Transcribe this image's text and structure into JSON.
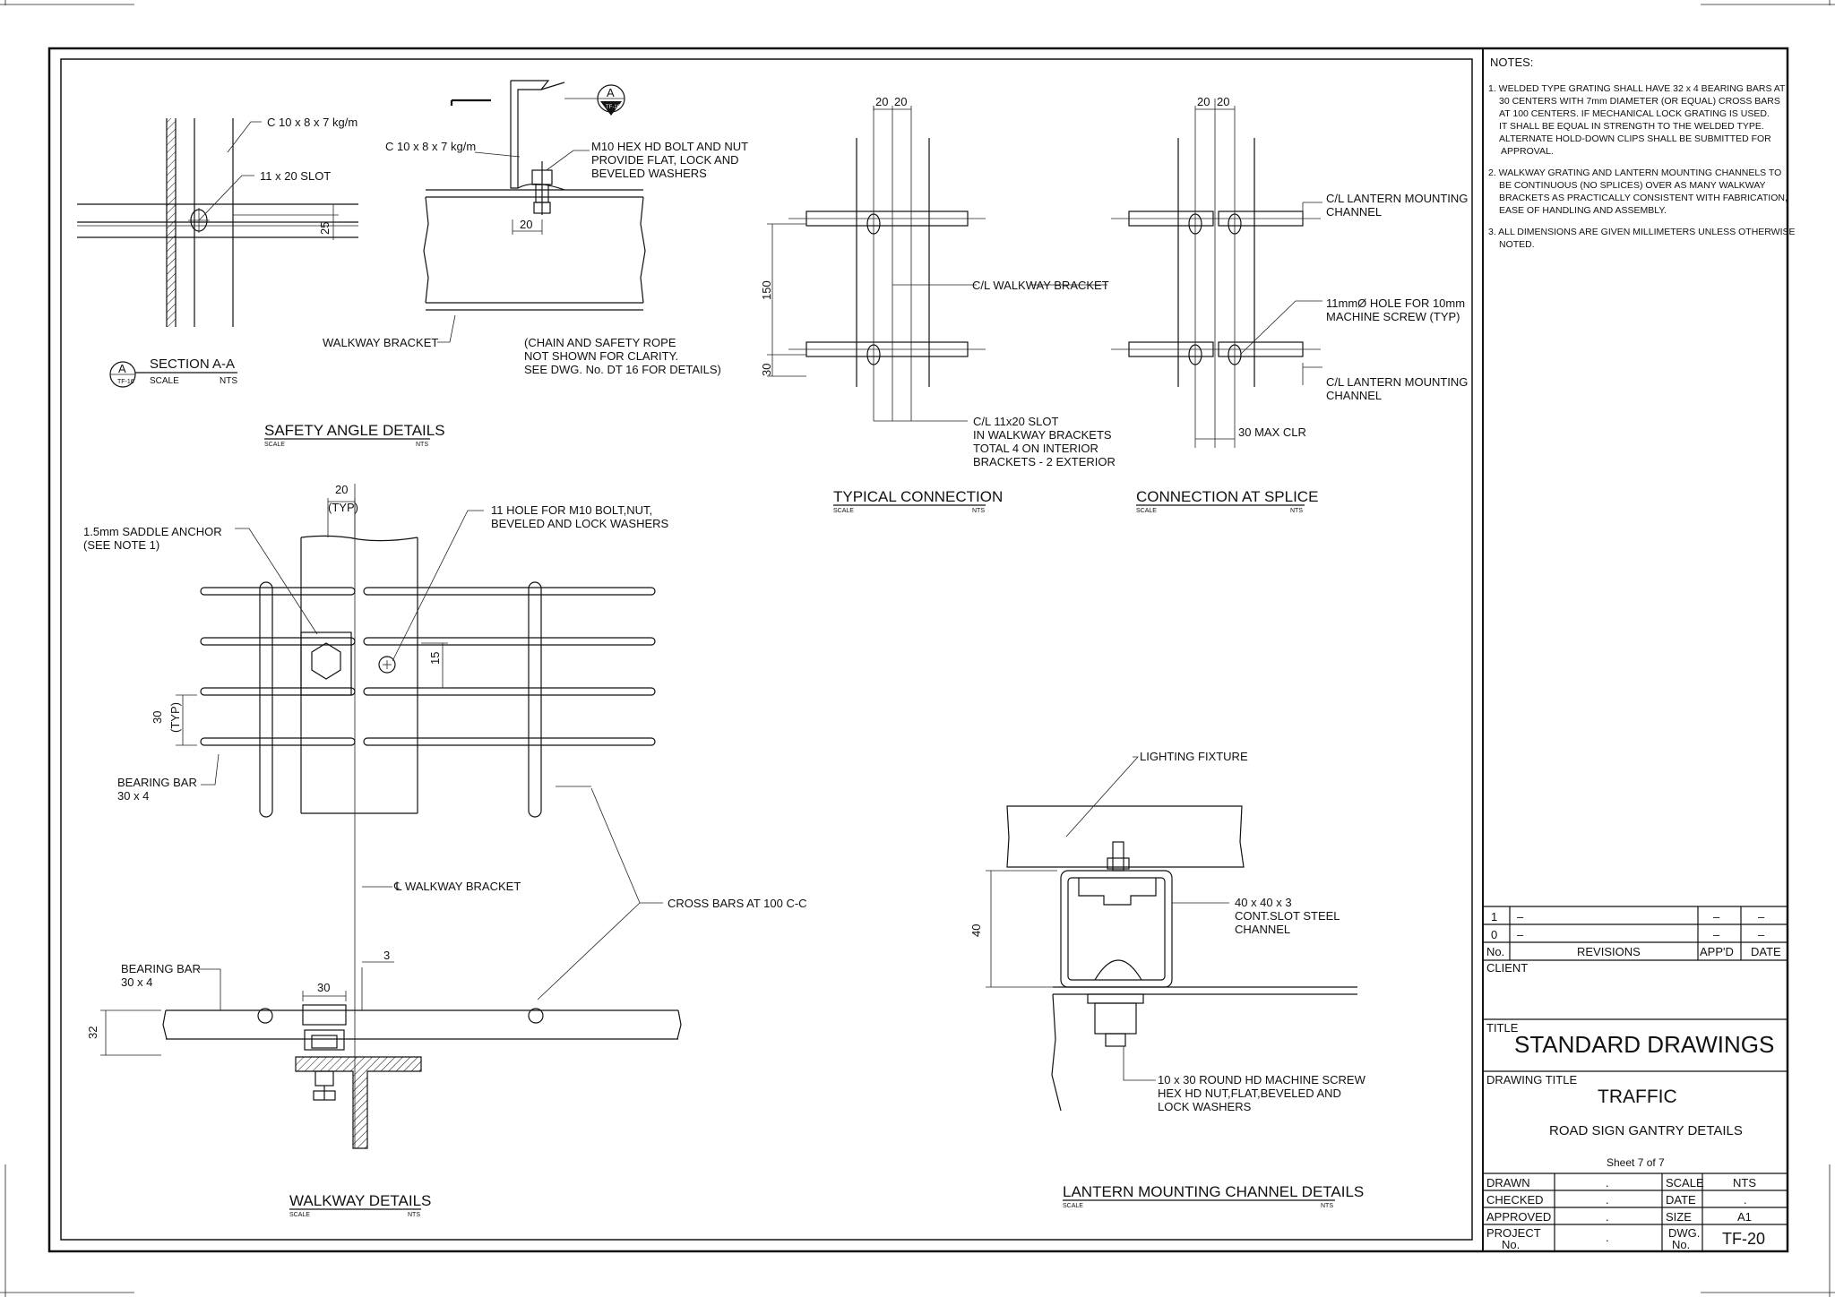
{
  "notes": {
    "heading": "NOTES:",
    "items": [
      "1. WELDED TYPE GRATING SHALL HAVE 32 x 4 BEARING BARS AT",
      "30 CENTERS WITH 7mm DIAMETER (OR EQUAL) CROSS BARS",
      "AT 100 CENTERS. IF MECHANICAL LOCK GRATING IS USED.",
      "IT SHALL BE EQUAL IN STRENGTH TO THE WELDED TYPE.",
      "ALTERNATE HOLD-DOWN CLIPS SHALL BE SUBMITTED FOR",
      "APPROVAL.",
      "2. WALKWAY GRATING AND LANTERN MOUNTING CHANNELS TO",
      "BE CONTINUOUS (NO SPLICES) OVER AS MANY WALKWAY",
      "BRACKETS AS PRACTICALLY CONSISTENT WITH FABRICATION,",
      "EASE OF HANDLING AND ASSEMBLY.",
      "3. ALL DIMENSIONS ARE GIVEN MILLIMETERS UNLESS OTHERWISE",
      "NOTED."
    ]
  },
  "safety_angle": {
    "c_label_1": "C 10 x 8 x 7 kg/m",
    "slot": "11 x 20 SLOT",
    "dim_25": "25",
    "section_letter": "A",
    "section_ref": "TF-16",
    "section_title": "SECTION A-A",
    "scale": "SCALE",
    "nts": "NTS",
    "c_label_2": "C 10 x 8 x 7 kg/m",
    "bolt_1": "M10 HEX HD BOLT AND NUT",
    "bolt_2": "PROVIDE FLAT, LOCK AND",
    "bolt_3": "BEVELED WASHERS",
    "dim_20": "20",
    "walkway_bracket": "WALKWAY BRACKET",
    "chain_1": "(CHAIN AND SAFETY ROPE",
    "chain_2": "NOT SHOWN FOR CLARITY.",
    "chain_3": "SEE DWG. No. DT 16 FOR DETAILS)",
    "title": "SAFETY ANGLE DETAILS"
  },
  "typical": {
    "dim_20a": "20",
    "dim_20b": "20",
    "dim_150": "150",
    "dim_30": "30",
    "cl_bracket": "C/L WALKWAY BRACKET",
    "slot_1": "C/L 11x20 SLOT",
    "slot_2": "IN WALKWAY BRACKETS",
    "slot_3": "TOTAL 4 ON INTERIOR",
    "slot_4": "BRACKETS - 2 EXTERIOR",
    "title": "TYPICAL CONNECTION"
  },
  "splice": {
    "dim_20a": "20",
    "dim_20b": "20",
    "lantern_1a": "C/L LANTERN MOUNTING",
    "lantern_1b": "CHANNEL",
    "hole_1": "11mmØ HOLE FOR 10mm",
    "hole_2": "MACHINE SCREW (TYP)",
    "lantern_2a": "C/L LANTERN MOUNTING",
    "lantern_2b": "CHANNEL",
    "max_clr": "30 MAX CLR",
    "title": "CONNECTION AT SPLICE"
  },
  "walkway": {
    "dim_20": "20",
    "typ": "(TYP)",
    "saddle_1": "1.5mm SADDLE ANCHOR",
    "saddle_2": "(SEE NOTE 1)",
    "hole_1": "11 HOLE FOR M10 BOLT,NUT,",
    "hole_2": "BEVELED AND LOCK WASHERS",
    "dim_15": "15",
    "dim_30": "30",
    "typ2": "(TYP)",
    "bearing_1a": "BEARING BAR",
    "bearing_1b": "30 x 4",
    "cl_bracket": "℄ WALKWAY BRACKET",
    "cross_bars": "CROSS BARS AT 100 C-C",
    "bearing_2a": "BEARING BAR",
    "bearing_2b": "30 x 4",
    "dim_3": "3",
    "dim_30b": "30",
    "dim_32": "32",
    "title": "WALKWAY DETAILS"
  },
  "lantern": {
    "fixture": "LIGHTING FIXTURE",
    "channel_1": "40 x 40 x 3",
    "channel_2": "CONT.SLOT STEEL",
    "channel_3": "CHANNEL",
    "dim_40": "40",
    "screw_1": "10 x 30 ROUND HD MACHINE SCREW",
    "screw_2": "HEX HD NUT,FLAT,BEVELED AND",
    "screw_3": "LOCK WASHERS",
    "title": "LANTERN MOUNTING CHANNEL DETAILS"
  },
  "title_block": {
    "rev1_no": "1",
    "rev0_no": "0",
    "dash": "–",
    "hdr_no": "No.",
    "hdr_revisions": "REVISIONS",
    "hdr_appd": "APP'D",
    "hdr_date": "DATE",
    "client": "CLIENT",
    "title_label": "TITLE",
    "title": "STANDARD DRAWINGS",
    "drawing_title_label": "DRAWING TITLE",
    "drawing_title": "TRAFFIC",
    "subtitle": "ROAD SIGN GANTRY DETAILS",
    "sheet": "Sheet 7 of 7",
    "drawn": "DRAWN",
    "checked": "CHECKED",
    "approved": "APPROVED",
    "project": "PROJECT",
    "project_no": "No.",
    "dot": ".",
    "scale_label": "SCALE",
    "scale_value": "NTS",
    "date_label": "DATE",
    "size_label": "SIZE",
    "size_value": "A1",
    "dwg_label": "DWG.",
    "dwg_no_label": "No.",
    "dwg_value": "TF-20"
  }
}
